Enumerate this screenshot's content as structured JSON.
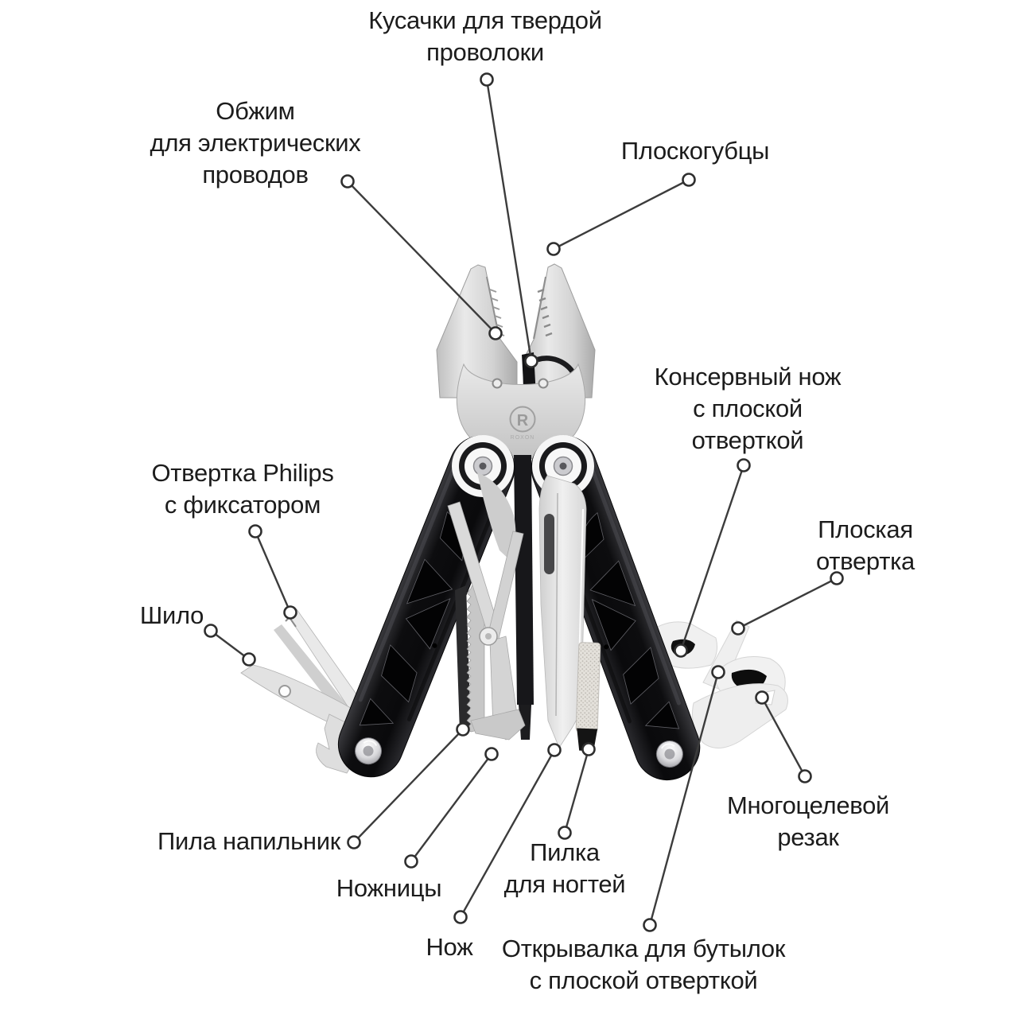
{
  "diagram": {
    "product": "multitool-annotated-diagram",
    "brand": {
      "logo_letter": "R",
      "logo_text": "ROXON"
    },
    "colors": {
      "background": "#ffffff",
      "label_text": "#1c1c1c",
      "leader_line": "#3c3c3c",
      "handle_black": "#121214",
      "steel_light": "#e6e6e6",
      "steel_mid": "#c9c9c9"
    },
    "labels": [
      {
        "id": "wire-cutters",
        "lines": [
          "Кусачки для твердой",
          "проволоки"
        ]
      },
      {
        "id": "crimper",
        "lines": [
          "Обжим",
          "для электрических",
          "проводов"
        ]
      },
      {
        "id": "pliers",
        "lines": [
          "Плоскогубцы"
        ]
      },
      {
        "id": "can-opener",
        "lines": [
          "Консервный нож",
          "с плоской",
          "отверткой"
        ]
      },
      {
        "id": "phillips-screwdriver",
        "lines": [
          "Отвертка Philips",
          "с фиксатором"
        ]
      },
      {
        "id": "flat-screwdriver",
        "lines": [
          "Плоская",
          "отвертка"
        ]
      },
      {
        "id": "awl",
        "lines": [
          "Шило"
        ]
      },
      {
        "id": "saw-file",
        "lines": [
          "Пила напильник"
        ]
      },
      {
        "id": "scissors",
        "lines": [
          "Ножницы"
        ]
      },
      {
        "id": "knife",
        "lines": [
          "Нож"
        ]
      },
      {
        "id": "nail-file",
        "lines": [
          "Пилка",
          "для ногтей"
        ]
      },
      {
        "id": "bottle-opener",
        "lines": [
          "Открывалка для бутылок",
          "с плоской отверткой"
        ]
      },
      {
        "id": "multi-cutter",
        "lines": [
          "Многоцелевой",
          "резак"
        ]
      }
    ]
  }
}
